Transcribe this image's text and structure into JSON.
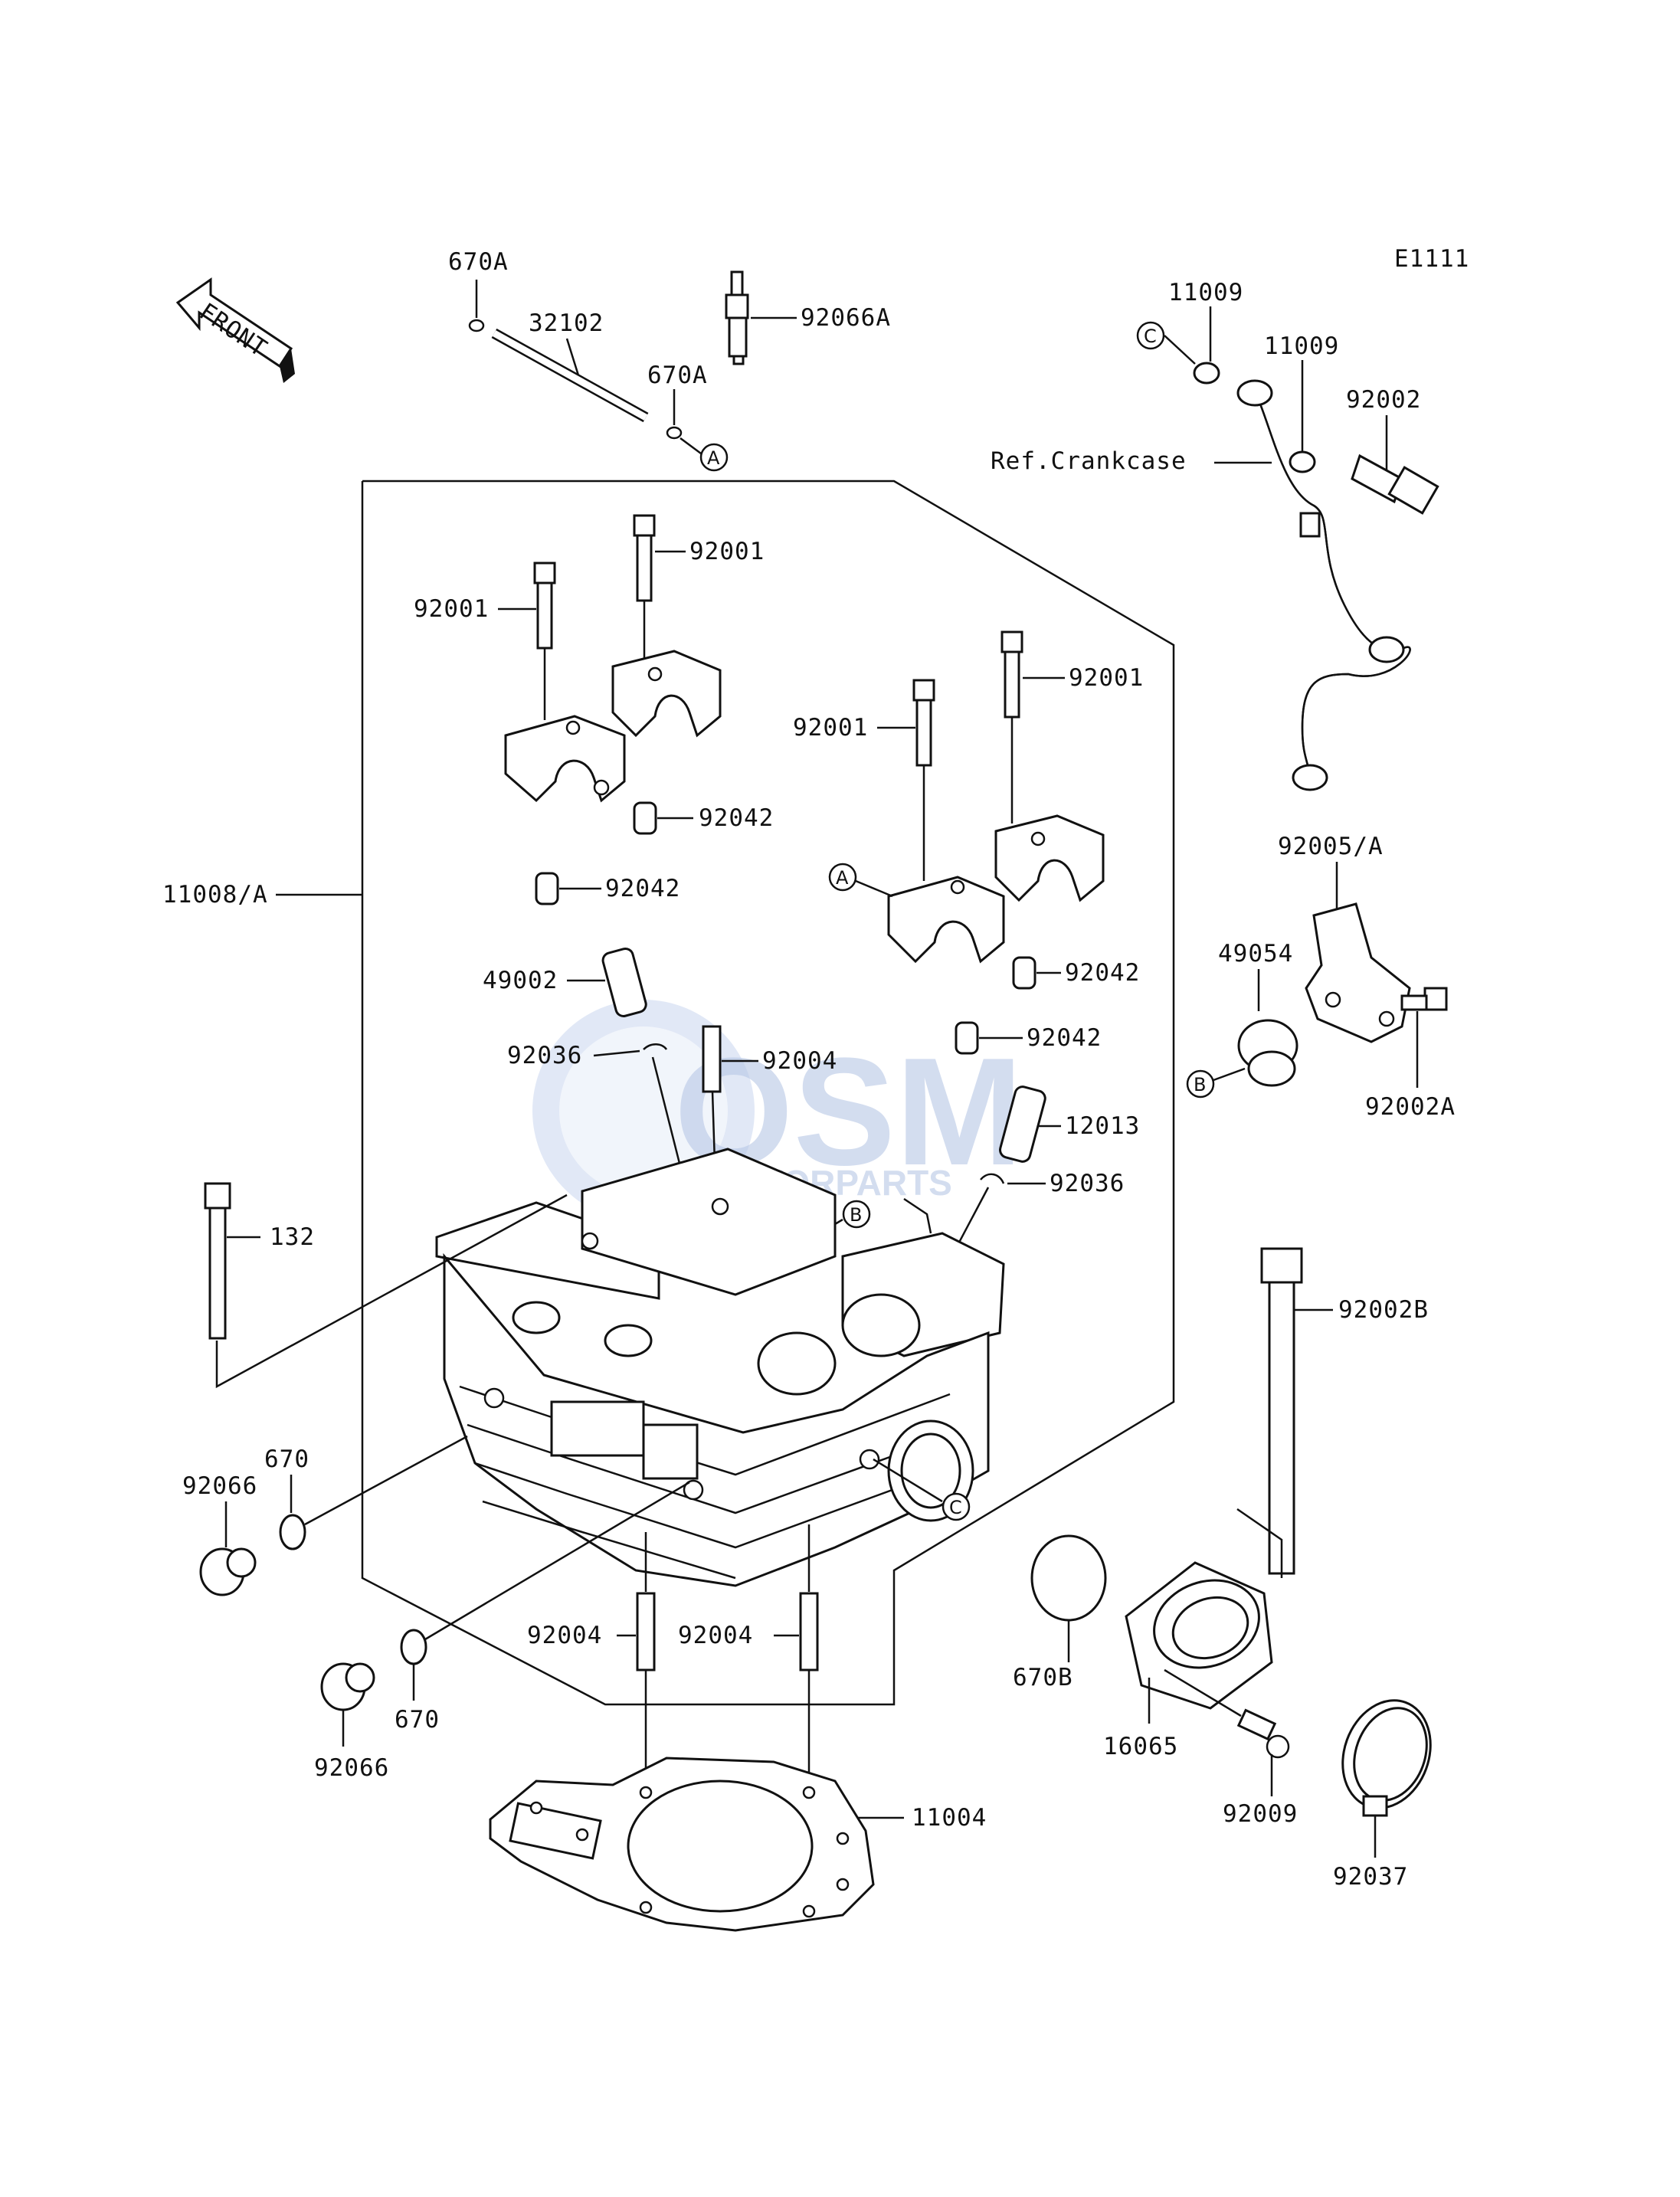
{
  "diagram_code": "E1111",
  "front_label": "FRONT",
  "watermark": {
    "brand": "OSM",
    "sub": "MOTORPARTS"
  },
  "ref_note": "Ref.Crankcase",
  "labels": {
    "p670A_top": "670A",
    "p32102": "32102",
    "p92066A": "92066A",
    "p670A_mid": "670A",
    "p11009_a": "11009",
    "p11009_b": "11009",
    "p92002": "92002",
    "p92001_a": "92001",
    "p92001_b": "92001",
    "p92001_c": "92001",
    "p92001_d": "92001",
    "p92042_a": "92042",
    "p92042_b": "92042",
    "p92042_c": "92042",
    "p92042_d": "92042",
    "p11008A": "11008/A",
    "p49002": "49002",
    "p92036_a": "92036",
    "p92004_top": "92004",
    "p12013": "12013",
    "p92036_b": "92036",
    "p92005A": "92005/A",
    "p49054": "49054",
    "p92002A": "92002A",
    "p132": "132",
    "p92002B": "92002B",
    "p670_a": "670",
    "p92066_a": "92066",
    "p670_b": "670",
    "p92066_b": "92066",
    "p92004_l": "92004",
    "p92004_r": "92004",
    "p11004": "11004",
    "p670B": "670B",
    "p16065": "16065",
    "p92009": "92009",
    "p92037": "92037"
  },
  "callouts": {
    "A": "A",
    "B": "B",
    "C": "C"
  }
}
